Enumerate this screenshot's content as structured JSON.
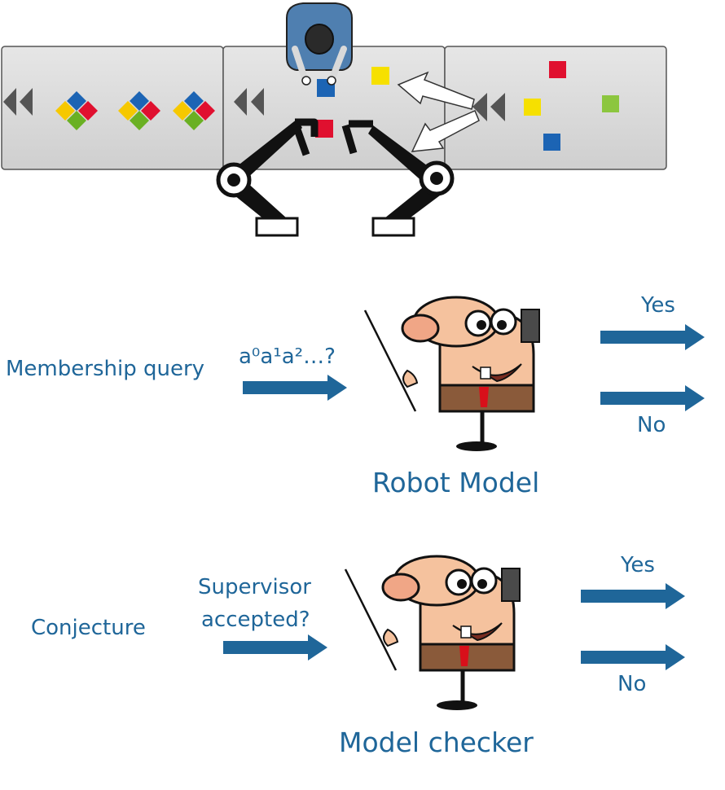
{
  "conveyor": {
    "left_segment_parts": 3,
    "middle_segment_parts": 2,
    "right_segment_items": [
      {
        "color": "#e0102f"
      },
      {
        "color": "#f6e000"
      },
      {
        "color": "#8cc63f"
      },
      {
        "color": "#1c64b4"
      }
    ],
    "middle_items": [
      {
        "color": "#f6e000"
      },
      {
        "color": "#1c64b4"
      },
      {
        "color": "#e0102f"
      }
    ]
  },
  "query1": {
    "input_label": "Membership query",
    "word": "a⁰a¹a²…?",
    "oracle_label": "Robot Model",
    "yes_label": "Yes",
    "no_label": "No"
  },
  "query2": {
    "input_label": "Conjecture",
    "question_line1": "Supervisor",
    "question_line2": "accepted?",
    "oracle_label": "Model checker",
    "yes_label": "Yes",
    "no_label": "No"
  },
  "colors": {
    "accent": "#1f6699",
    "arrow": "#1f6699",
    "conveyor_fill": "#d9d9d9"
  }
}
